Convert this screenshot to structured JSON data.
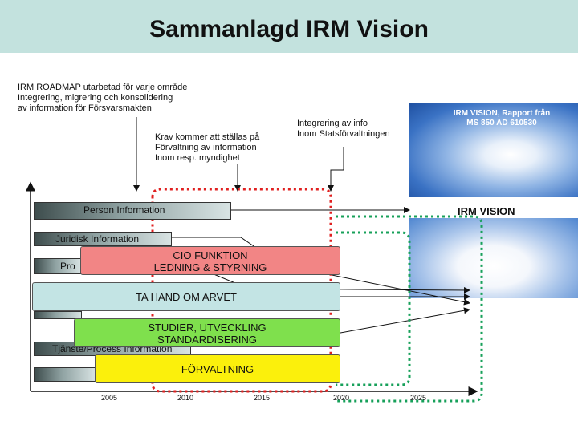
{
  "title": "Sammanlagd IRM Vision",
  "notes": {
    "roadmap": "IRM ROADMAP utarbetad för varje område\nIntegrering, migrering och konsolidering\nav information för Försvarsmakten",
    "krav": "Krav kommer att ställas på\nFörvaltning av information\nInom resp. myndighet",
    "integrering": "Integrering av info\nInom Statsförvaltningen"
  },
  "vision_image": {
    "caption": "IRM VISION, Rapport från\nMS 850 AD 610530",
    "label": "IRM VISION"
  },
  "info_bars": [
    {
      "label": "Person Information"
    },
    {
      "label": "Juridisk Information"
    },
    {
      "label": "Pro"
    },
    {
      "label": "Tjänste/Process Information"
    }
  ],
  "boxes": {
    "cio": "CIO FUNKTION\nLEDNING & STYRNING",
    "arvet": "TA HAND OM ARVET",
    "studier": "STUDIER, UTVECKLING\nSTANDARDISERING",
    "forvaltning": "FÖRVALTNING"
  },
  "timeline": {
    "years": [
      "2005",
      "2010",
      "2015",
      "2020",
      "2025"
    ]
  },
  "colors": {
    "title_bg": "#c3e2de",
    "cio": "#f28585",
    "arvet": "#c3e4e4",
    "studier": "#7fe04d",
    "forvaltning": "#fbf00c",
    "red_dotted": "#e02020",
    "green_dotted": "#17a05a"
  }
}
